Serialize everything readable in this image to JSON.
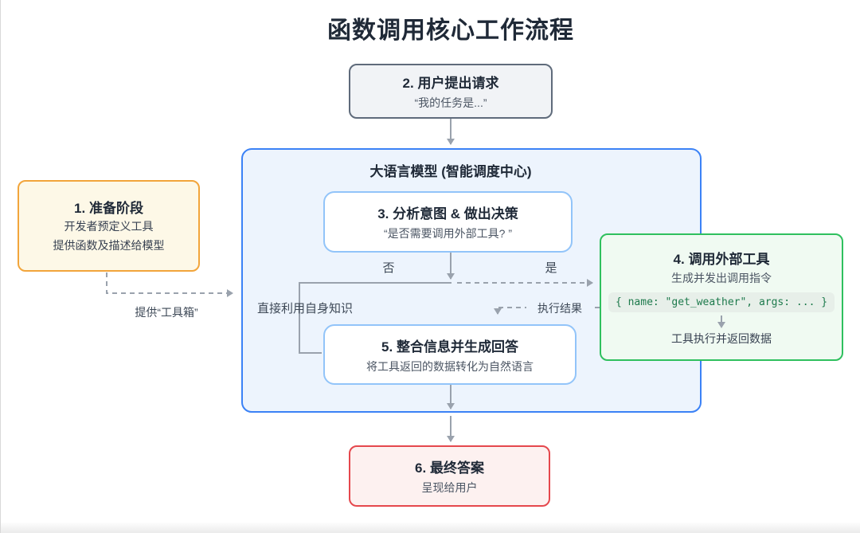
{
  "title": "函数调用核心工作流程",
  "nodes": {
    "user_request": {
      "heading": "2. 用户提出请求",
      "subtitle": "“我的任务是...”"
    },
    "llm_container": {
      "heading": "大语言模型 (智能调度中心)"
    },
    "prepare": {
      "heading": "1. 准备阶段",
      "lines": [
        "开发者预定义工具",
        "提供函数及描述给模型"
      ]
    },
    "analyze": {
      "heading": "3. 分析意图 & 做出决策",
      "subtitle": "“是否需要调用外部工具? ”"
    },
    "call_tool": {
      "heading": "4. 调用外部工具",
      "subtitle": "生成并发出调用指令",
      "code": "{ name: \"get_weather\", args: ... }",
      "result": "工具执行并返回数据"
    },
    "synthesize": {
      "heading": "5. 整合信息并生成回答",
      "subtitle": "将工具返回的数据转化为自然语言"
    },
    "final_answer": {
      "heading": "6. 最终答案",
      "subtitle": "呈现给用户"
    }
  },
  "edge_labels": {
    "no": "否",
    "yes": "是",
    "provide_toolbox": "提供“工具箱”",
    "use_own_knowledge": "直接利用自身知识",
    "execution_result": "执行结果"
  },
  "colors": {
    "container_border": "#3b82f6",
    "container_fill": "#edf4fd",
    "inner_box_border": "#92c4f9",
    "prepare_border": "#f2a53b",
    "prepare_fill": "#fdf8e7",
    "tool_border": "#2fc05e",
    "tool_fill": "#f0faf2",
    "code_bg": "#e7efe9",
    "code_text": "#1d7a4c",
    "final_border": "#e5484d",
    "final_fill": "#fdf1f0",
    "request_border": "#5f6b7b",
    "request_fill": "#f1f3f6",
    "arrow": "#9aa2ad",
    "heading_text": "#1f2937"
  }
}
